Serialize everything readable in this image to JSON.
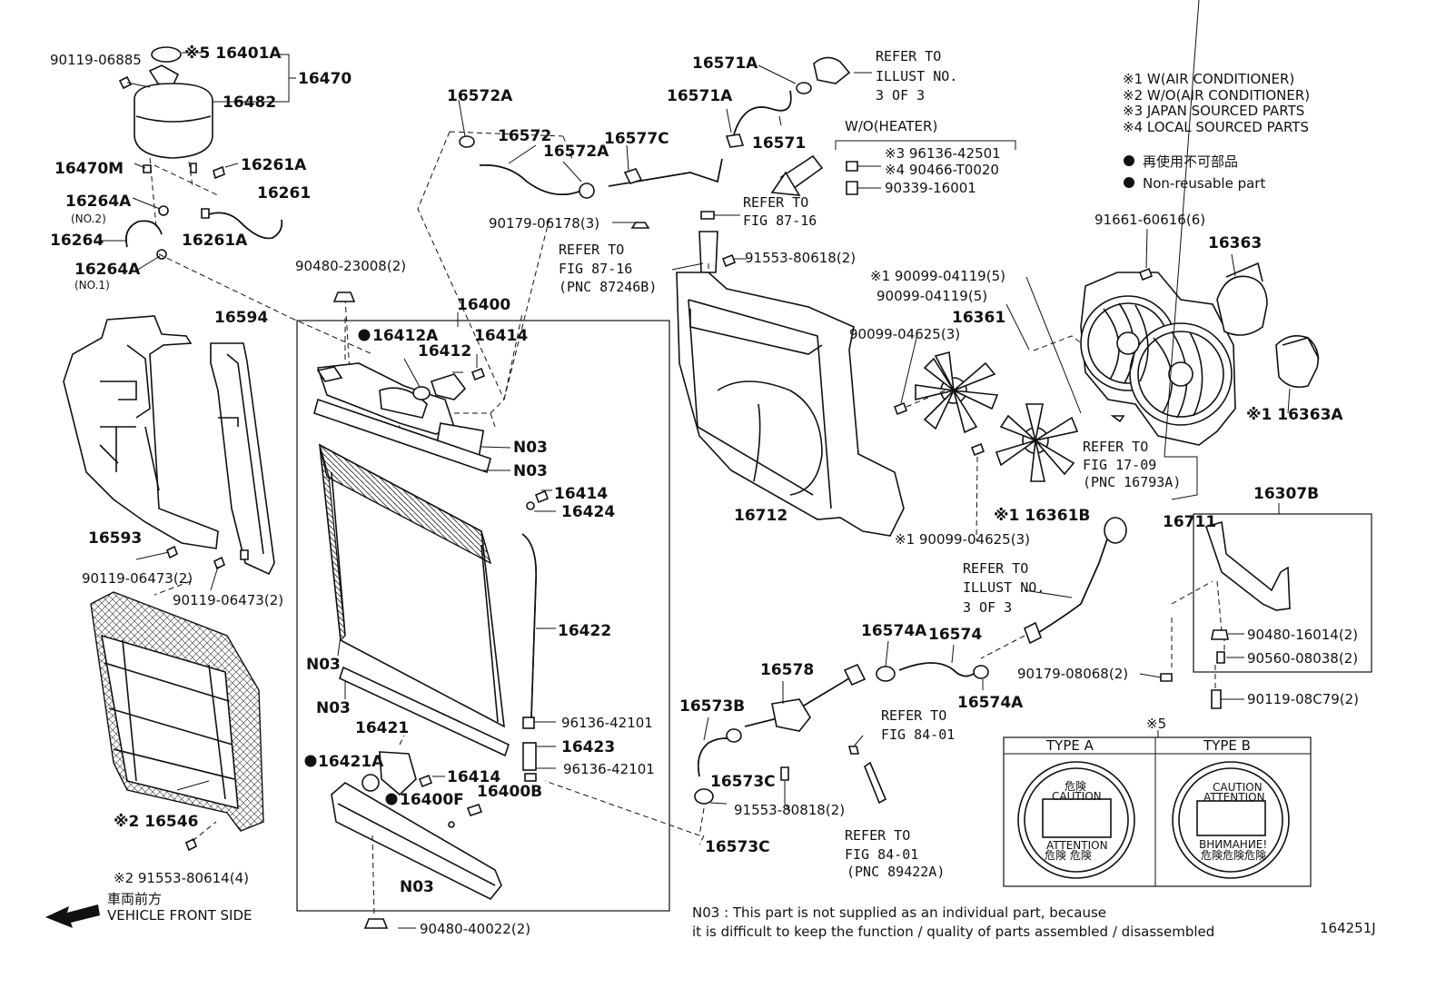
{
  "diagram_id": "164251J",
  "notes": {
    "n1": "※1 W(AIR CONDITIONER)",
    "n2": "※2 W/O(AIR CONDITIONER)",
    "n3": "※3 JAPAN SOURCED PARTS",
    "n4": "※4 LOCAL SOURCED PARTS",
    "jp_nonreusable": "再使用不可部品",
    "nonreusable": "Non-reusable part"
  },
  "heater_group_label": "W/O(HEATER)",
  "vehicle_front": {
    "jp": "車両前方",
    "en": "VEHICLE FRONT SIDE"
  },
  "n03_note": {
    "line1": "N03 : This part is not supplied as an individual part, because",
    "line2": "it is difficult to keep the function / quality of parts assembled / disassembled"
  },
  "cap_types": {
    "mark": "※5",
    "type_a": "TYPE A",
    "type_b": "TYPE B"
  },
  "refs": {
    "r1": [
      "REFER TO",
      "ILLUST NO.",
      "3 OF 3"
    ],
    "r2": [
      "REFER TO",
      "FIG 87-16"
    ],
    "r3": [
      "REFER TO",
      "FIG 87-16",
      "(PNC 87246B)"
    ],
    "r4": [
      "REFER TO",
      "FIG 17-09",
      "(PNC 16793A)"
    ],
    "r5": [
      "REFER TO",
      "ILLUST NO.",
      "3 OF 3"
    ],
    "r6": [
      "REFER TO",
      "FIG 84-01"
    ],
    "r7": [
      "REFER TO",
      "FIG 84-01",
      "(PNC 89422A)"
    ]
  },
  "labels": {
    "p90119_06885": "90119-06885",
    "p16401A": "※5 16401A",
    "p16470": "16470",
    "p16482": "16482",
    "p16470M": "16470M",
    "p16261A_top": "16261A",
    "p16264A_2": "16264A",
    "no2": "(NO.2)",
    "p16261": "16261",
    "p16264": "16264",
    "p16261A_b": "16261A",
    "p16264A_1": "16264A",
    "no1": "(NO.1)",
    "p16572A_a": "16572A",
    "p16572": "16572",
    "p16572A_b": "16572A",
    "p16577C": "16577C",
    "p90179_06178": "90179-06178(3)",
    "p16571A_a": "16571A",
    "p16571A_b": "16571A",
    "p16571": "16571",
    "p96136_42501": "※3 96136-42501",
    "p90466_T0020": "※4 90466-T0020",
    "p90339_16001": "90339-16001",
    "p90480_23008": "90480-23008(2)",
    "p16400": "16400",
    "p16412A": "16412A",
    "p16414_a": "16414",
    "p16412": "16412",
    "p91553_80618": "91553-80618(2)",
    "p91661_60616": "91661-60616(6)",
    "p16363": "16363",
    "p90099_04119_a": "※1 90099-04119(5)",
    "p90099_04119_b": "90099-04119(5)",
    "p16361": "16361",
    "p90099_04625_a": "90099-04625(3)",
    "p16363A": "※1 16363A",
    "p16594": "16594",
    "p16593": "16593",
    "p90119_06473_a": "90119-06473(2)",
    "p90119_06473_b": "90119-06473(2)",
    "n03_a": "N03",
    "n03_b": "N03",
    "p16414_b": "16414",
    "p16424": "16424",
    "p16422": "16422",
    "n03_c": "N03",
    "n03_d": "N03",
    "p16712": "16712",
    "p16361B": "※1 16361B",
    "p90099_04625_b": "※1 90099-04625(3)",
    "p16711": "16711",
    "p16307B": "16307B",
    "p90480_16014": "90480-16014(2)",
    "p90560_08038": "90560-08038(2)",
    "p90119_08C79": "90119-08C79(2)",
    "p90179_08068": "90179-08068(2)",
    "p16574A_a": "16574A",
    "p16574": "16574",
    "p16574A_b": "16574A",
    "p16578": "16578",
    "p16573B": "16573B",
    "p16573C_a": "16573C",
    "p91553_80818": "91553-80818(2)",
    "p16573C_b": "16573C",
    "p16421": "16421",
    "p16421A": "16421A",
    "p16414_c": "16414",
    "p16400F": "16400F",
    "p16400B": "16400B",
    "p96136_42101_a": "96136-42101",
    "p16423": "16423",
    "p96136_42101_b": "96136-42101",
    "n03_e": "N03",
    "p16546": "※2 16546",
    "p91553_80614": "※2 91553-80614(4)",
    "p90480_40022": "90480-40022(2)"
  },
  "cap_text": {
    "a_jp1": "危険",
    "a_en1": "CAUTION",
    "a_en2": "ATTENTION",
    "a_jp2": "危険  危険",
    "b_en1": "CAUTION",
    "b_en2": "ATTENTION",
    "b_en3": "ВНИМАНИЕ!",
    "b_jp": "危険危険危険"
  }
}
